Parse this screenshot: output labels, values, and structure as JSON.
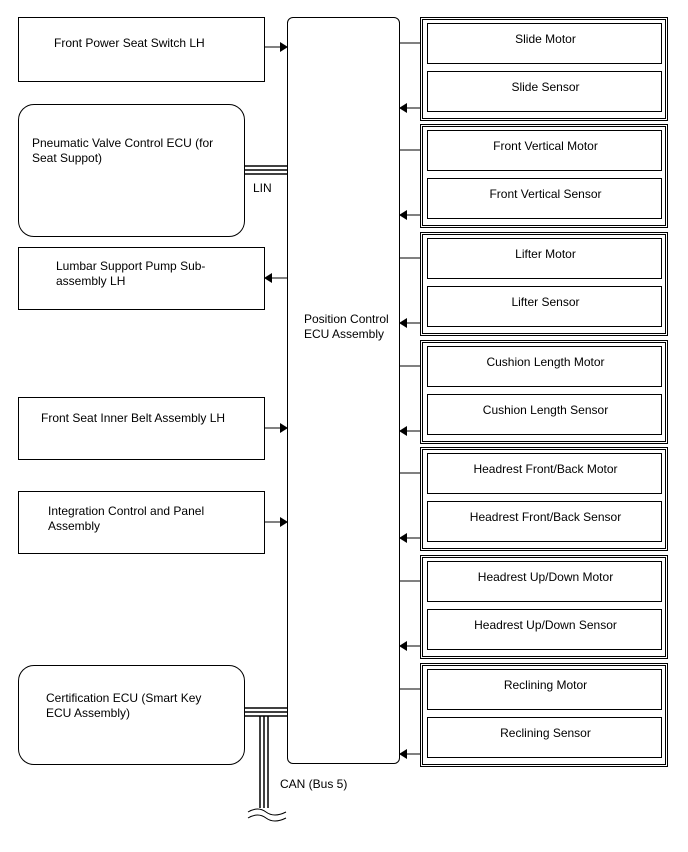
{
  "left_blocks": [
    {
      "label": "Front Power Seat Switch LH"
    },
    {
      "label": "Pneumatic Valve Control ECU (for\nSeat Suppot)"
    },
    {
      "label": "Lumbar Support Pump Sub-\nassembly LH"
    },
    {
      "label": "Front Seat Inner Belt Assembly LH"
    },
    {
      "label": "Integration Control and Panel\nAssembly"
    },
    {
      "label": "Certification ECU (Smart Key\nECU Assembly)"
    }
  ],
  "center_block": {
    "label": "Position Control\nECU Assembly"
  },
  "bus_labels": {
    "lin": "LIN",
    "can": "CAN (Bus 5)"
  },
  "right_groups": [
    {
      "motor": "Slide Motor",
      "sensor": "Slide Sensor"
    },
    {
      "motor": "Front Vertical Motor",
      "sensor": "Front Vertical Sensor"
    },
    {
      "motor": "Lifter Motor",
      "sensor": "Lifter Sensor"
    },
    {
      "motor": "Cushion Length Motor",
      "sensor": "Cushion Length Sensor"
    },
    {
      "motor": "Headrest Front/Back Motor",
      "sensor": "Headrest Front/Back Sensor"
    },
    {
      "motor": "Headrest Up/Down Motor",
      "sensor": "Headrest Up/Down Sensor"
    },
    {
      "motor": "Reclining Motor",
      "sensor": "Reclining Sensor"
    }
  ]
}
